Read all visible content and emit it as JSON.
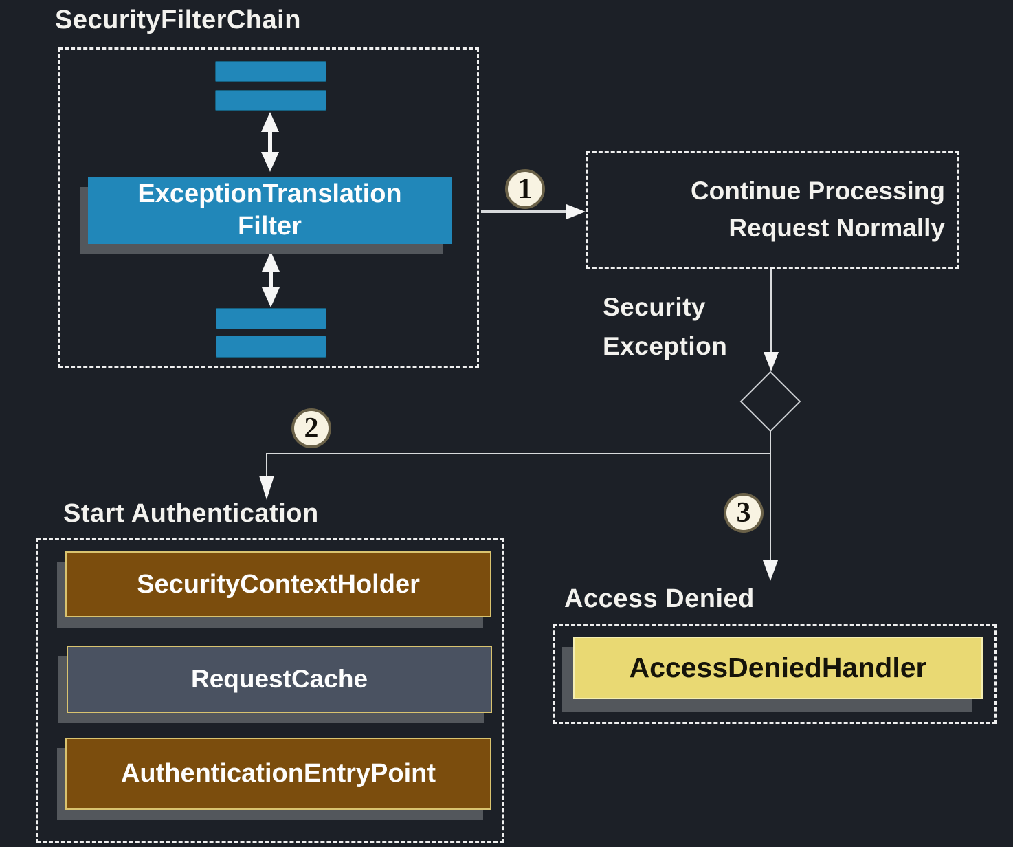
{
  "title": "SecurityFilterChain",
  "security_filter_chain": {
    "filter": {
      "line1": "ExceptionTranslation",
      "line2": "Filter"
    }
  },
  "steps": [
    "1",
    "2",
    "3"
  ],
  "continue_box": {
    "line1": "Continue Processing",
    "line2": "Request Normally"
  },
  "security_exception": {
    "line1": "Security",
    "line2": "Exception"
  },
  "start_authentication": {
    "title": "Start Authentication",
    "items": [
      "SecurityContextHolder",
      "RequestCache",
      "AuthenticationEntryPoint"
    ]
  },
  "access_denied": {
    "title": "Access Denied",
    "handler": "AccessDeniedHandler"
  },
  "colors": {
    "background": "#1c2027",
    "accent_blue": "#2187b9",
    "brown": "#7b4d0d",
    "slate": "#4a5261",
    "yellow": "#e9d973",
    "khaki_border": "#d9c36f",
    "shadow_gray": "#53575c",
    "connector": "#d8dadc",
    "dashed_border": "#efefef"
  }
}
